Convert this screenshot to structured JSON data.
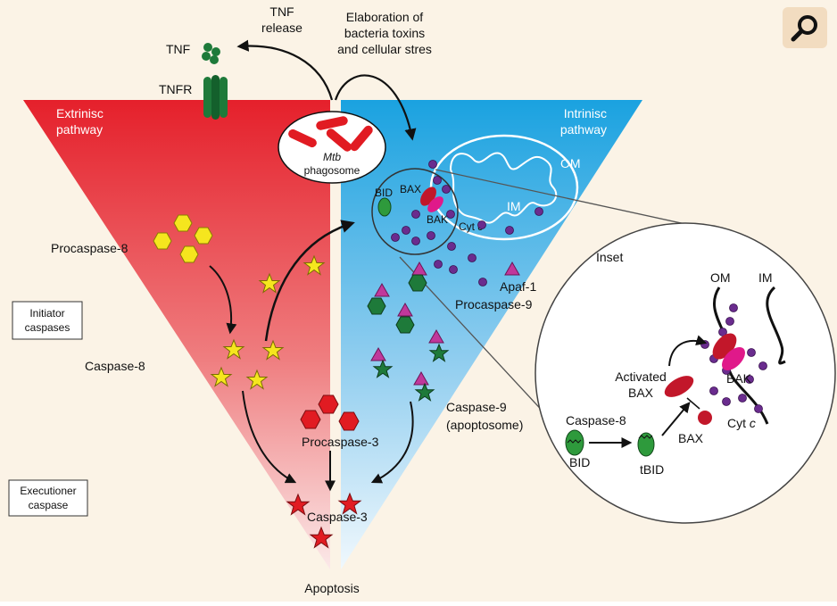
{
  "labels": {
    "tnf_release": [
      "TNF",
      "release"
    ],
    "elaboration": [
      "Elaboration of",
      "bacteria toxins",
      "and cellular stres"
    ],
    "tnf": "TNF",
    "tnfr": "TNFR",
    "extrinsic": [
      "Extrinisc",
      "pathway"
    ],
    "intrinsic": [
      "Intrinisc",
      "pathway"
    ],
    "phagosome_italic": "Mtb",
    "phagosome": "phagosome",
    "om": "OM",
    "im": "IM",
    "bid": "BID",
    "bax": "BAX",
    "bak": "BAK",
    "cytc_prefix": "Cyt ",
    "cytc_italic": "c",
    "procaspase8": "Procaspase-8",
    "caspase8": "Caspase-8",
    "initiator": [
      "Initiator",
      "caspases"
    ],
    "executioner": [
      "Executioner",
      "caspase"
    ],
    "apaf1": "Apaf-1",
    "procaspase9": "Procaspase-9",
    "caspase9": [
      "Caspase-9",
      "(apoptosome)"
    ],
    "procaspase3": "Procaspase-3",
    "caspase3": "Caspase-3",
    "apoptosis": "Apoptosis",
    "inset": {
      "title": "Inset",
      "om": "OM",
      "im": "IM",
      "activated_bax": [
        "Activated",
        "BAX"
      ],
      "bak": "BAK",
      "caspase8": "Caspase-8",
      "bid": "BID",
      "tbid": "tBID",
      "bax": "BAX",
      "cytc_prefix": "Cyt ",
      "cytc_italic": "c"
    }
  },
  "colors": {
    "extrinsic": "#e5202b",
    "intrinsic": "#1aa2e0",
    "caspase8": "#f5e61e",
    "caspase3": "#e11b22",
    "bid_green": "#2e9a3c",
    "caspase9_green": "#1e7a3a",
    "apaf_magenta": "#c0389b",
    "cytc_purple": "#6a2c8e",
    "bax_red": "#c2172a",
    "bak_pink": "#e0198a"
  },
  "icons": {
    "expand": "magnify-icon"
  }
}
